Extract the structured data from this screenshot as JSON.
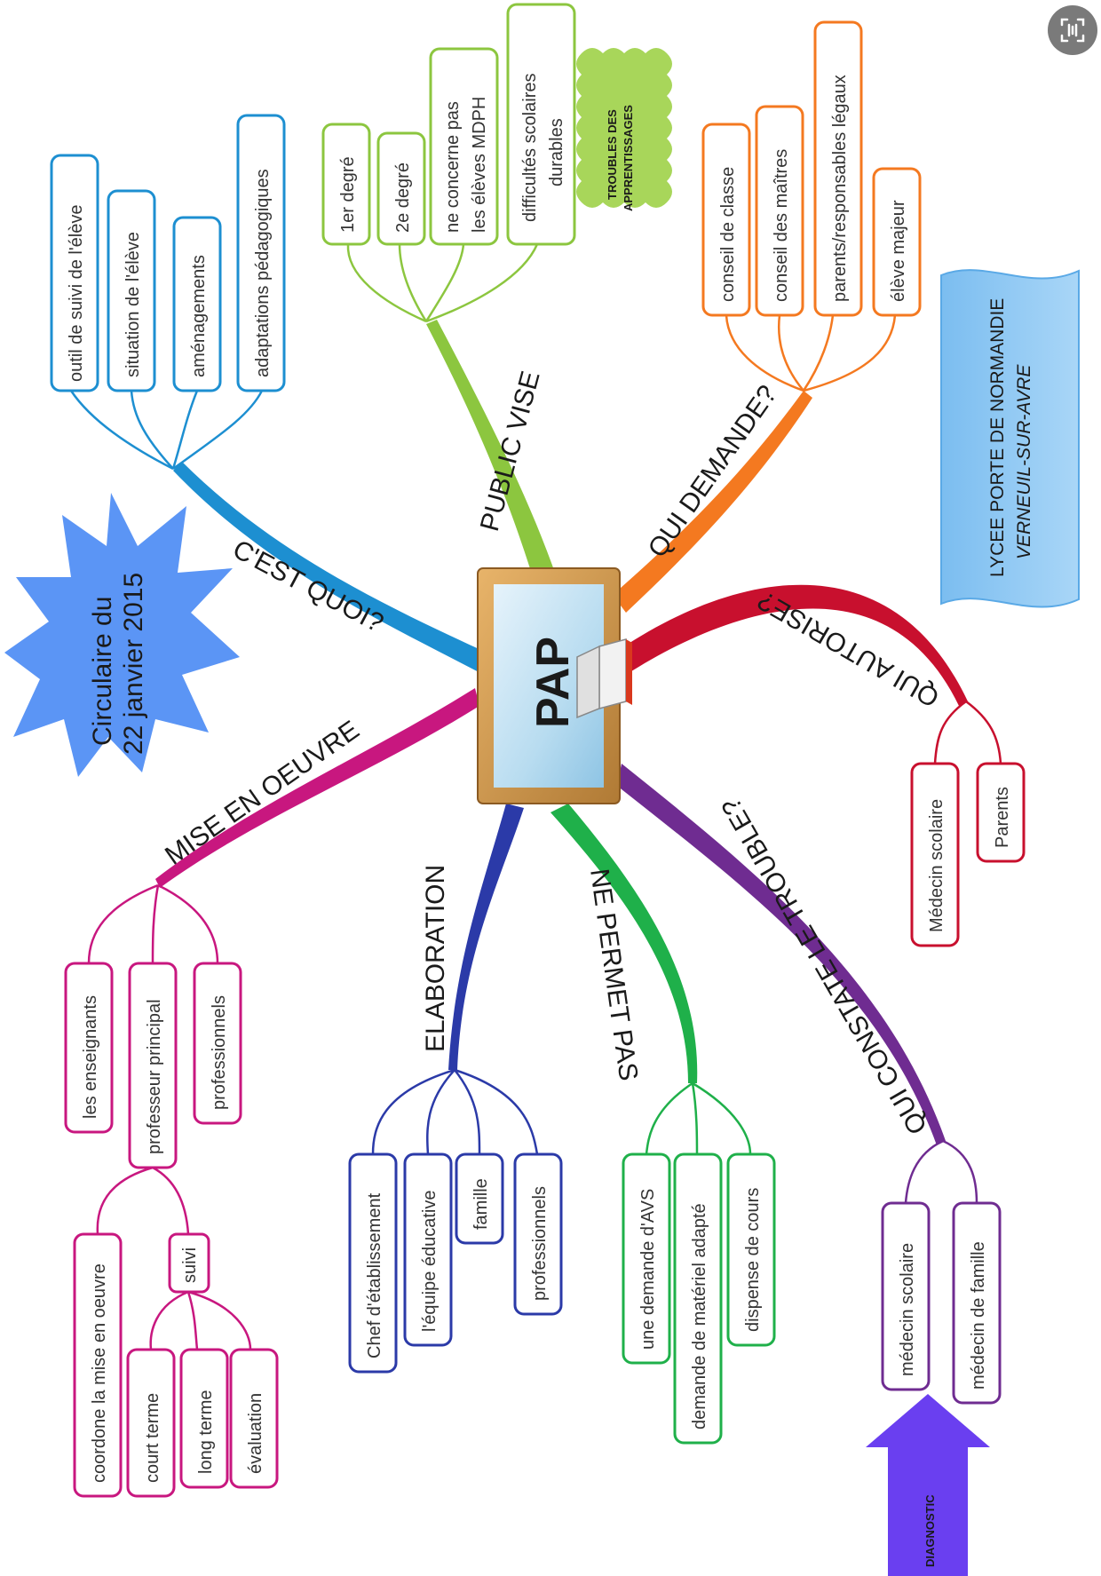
{
  "center": {
    "title": "PAP"
  },
  "star": {
    "line1": "Circulaire du",
    "line2": "22 janvier 2015"
  },
  "lycee": {
    "line1": "LYCEE PORTE DE NORMANDIE",
    "line2": "VERNEUIL-SUR-AVRE"
  },
  "troubles": {
    "line1": "TROUBLES DES",
    "line2": "APPRENTISSAGES"
  },
  "diagnostic": {
    "label": "DIAGNOSTIC"
  },
  "branches": {
    "cest_quoi": {
      "label": "C'EST QUOI?",
      "color": "#1d8fd1",
      "items": [
        "outil de suivi de l'élève",
        "situation de l'élève",
        "aménagements",
        "adaptations pédagogiques"
      ]
    },
    "public_vise": {
      "label": "PUBLIC VISE",
      "color": "#8cc63f",
      "items": [
        "1er degré",
        "2e degré",
        "ne concerne pas",
        "les élèves MDPH",
        "difficultés scolaires",
        "durables"
      ]
    },
    "qui_demande": {
      "label": "QUI DEMANDE?",
      "color": "#f47920",
      "items": [
        "conseil de classe",
        "conseil des maîtres",
        "parents/responsables légaux",
        "élève majeur"
      ]
    },
    "qui_autorise": {
      "label": "QUI AUTORISE?",
      "color": "#c8102e",
      "items": [
        "Médecin scolaire",
        "Parents"
      ]
    },
    "qui_constate": {
      "label": "QUI CONSTATE LE TROUBLE?",
      "color": "#6f2c91",
      "items": [
        "médecin scolaire",
        "médecin de famille"
      ]
    },
    "ne_permet_pas": {
      "label": "NE PERMET PAS",
      "color": "#1fb04a",
      "items": [
        "une demande d'AVS",
        "demande de matériel adapté",
        "dispense de cours"
      ]
    },
    "elaboration": {
      "label": "ELABORATION",
      "color": "#2b3aa8",
      "items": [
        "Chef d'établissement",
        "l'équipe éducative",
        "famille",
        "professionnels"
      ]
    },
    "mise_en_oeuvre": {
      "label": "MISE EN OEUVRE",
      "color": "#c8177f",
      "items": [
        "les enseignants",
        "professeur principal",
        "professionnels",
        "coordone la mise en oeuvre",
        "suivi",
        "court terme",
        "long terme",
        "évaluation"
      ]
    }
  }
}
